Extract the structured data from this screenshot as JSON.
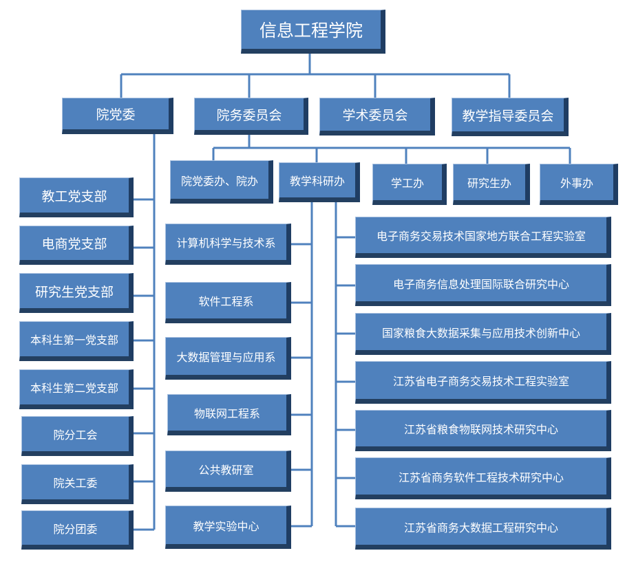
{
  "root": "信息工程学院",
  "level1": [
    "院党委",
    "院务委员会",
    "学术委员会",
    "教学指导委员会"
  ],
  "party_branches": [
    "教工党支部",
    "电商党支部",
    "研究生党支部",
    "本科生第一党支部",
    "本科生第二党支部",
    "院分工会",
    "院关工委",
    "院分团委"
  ],
  "offices": [
    "院党委办、院办",
    "教学科研办",
    "学工办",
    "研究生办",
    "外事办"
  ],
  "departments": [
    "计算机科学与技术系",
    "软件工程系",
    "大数据管理与应用系",
    "物联网工程系",
    "公共教研室",
    "教学实验中心"
  ],
  "research_centers": [
    "电子商务交易技术国家地方联合工程实验室",
    "电子商务信息处理国际联合研究中心",
    "国家粮食大数据采集与应用技术创新中心",
    "江苏省电子商务交易技术工程实验室",
    "江苏省粮食物联网技术研究中心",
    "江苏省商务软件工程技术研究中心",
    "江苏省商务大数据工程研究中心"
  ],
  "colors": {
    "box_fill": "#4f81bd",
    "box_shadow": "#1f3d63",
    "connector": "#4f81bd",
    "text": "#ffffff"
  }
}
